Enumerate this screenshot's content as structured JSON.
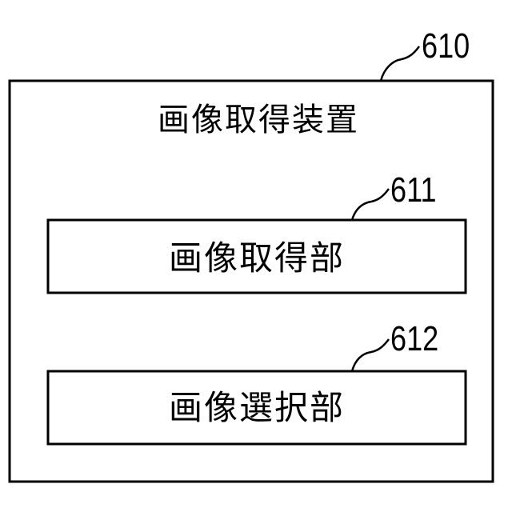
{
  "outer_block": {
    "reference": "610",
    "title": "画像取得装置"
  },
  "sub_blocks": [
    {
      "reference": "611",
      "label": "画像取得部"
    },
    {
      "reference": "612",
      "label": "画像選択部"
    }
  ]
}
